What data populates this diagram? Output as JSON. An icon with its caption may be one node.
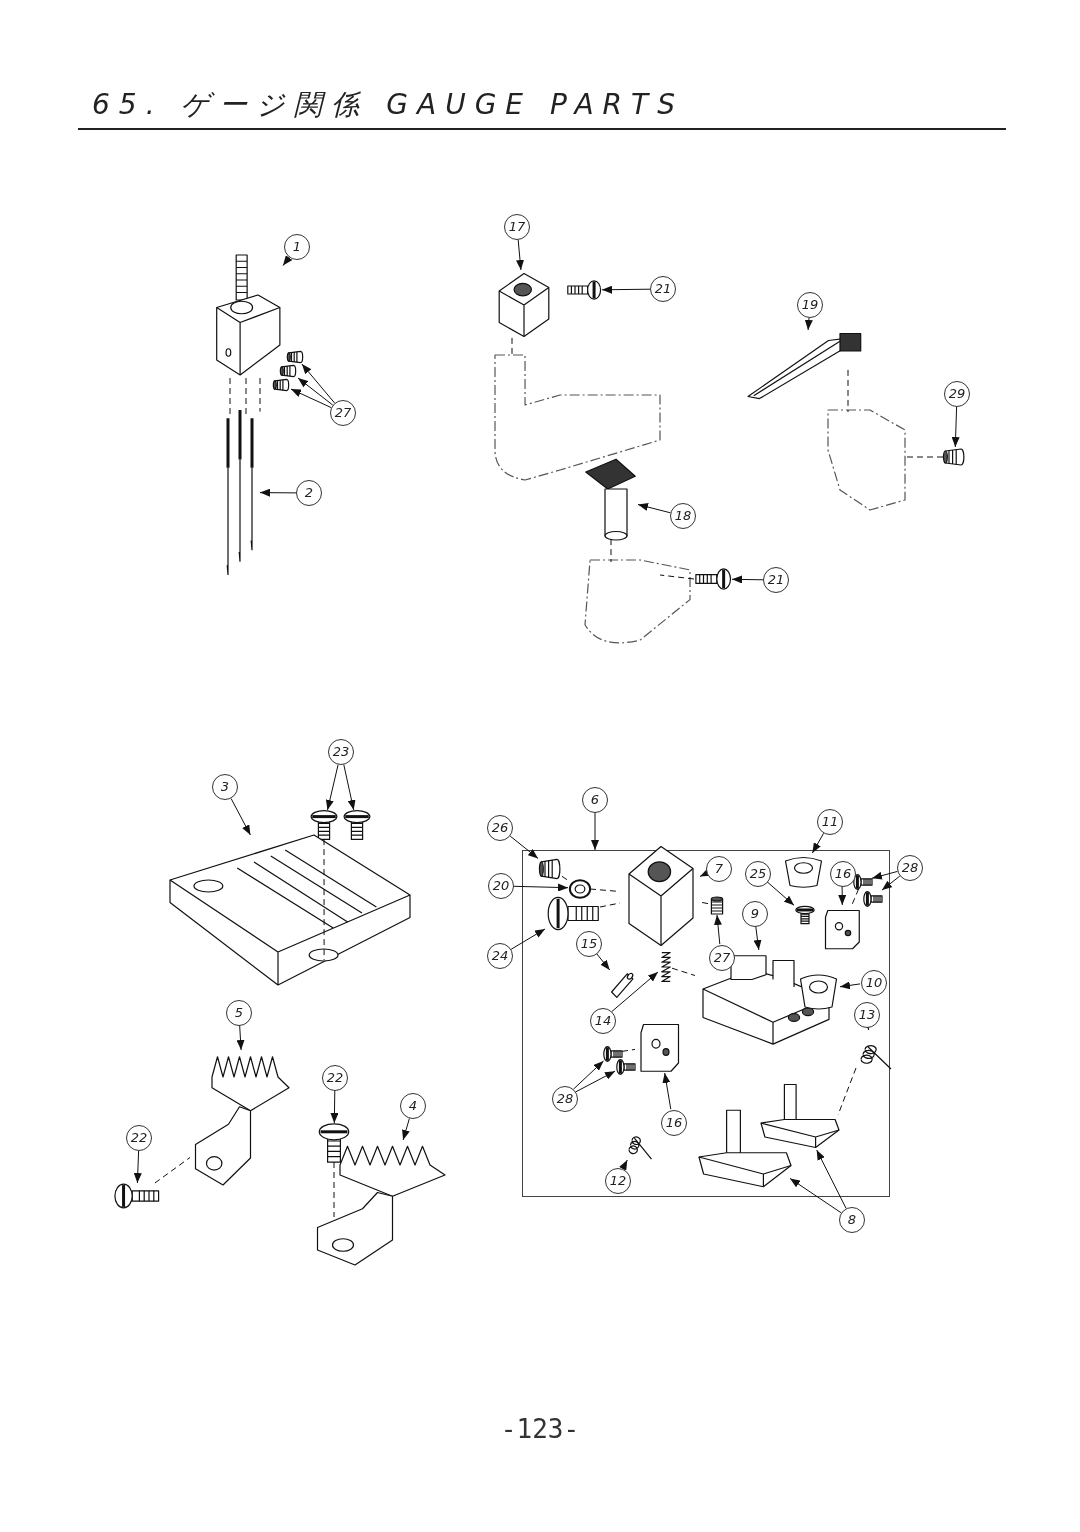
{
  "diagram": {
    "title": "65. ゲージ関係 GAUGE PARTS",
    "nodes": [
      {
        "text": [
          "1"
        ]
      },
      {
        "text": [],
        "shape": "picture"
      },
      {
        "text": [
          "27"
        ]
      },
      {
        "text": [],
        "shape": "picture"
      },
      {
        "text": [],
        "shape": "picture"
      },
      {
        "text": [],
        "shape": "picture"
      },
      {
        "text": [
          "2"
        ]
      },
      {
        "text": [],
        "shape": "picture"
      },
      {
        "text": [
          "17"
        ]
      },
      {
        "text": [],
        "shape": "picture"
      },
      {
        "text": [
          "21"
        ]
      },
      {
        "text": [],
        "shape": "picture"
      },
      {
        "text": [
          "19"
        ]
      },
      {
        "text": [],
        "shape": "picture"
      },
      {
        "text": [
          "29"
        ]
      },
      {
        "text": [],
        "shape": "picture"
      },
      {
        "text": [
          "18"
        ]
      },
      {
        "text": [],
        "shape": "picture"
      },
      {
        "text": [
          "21"
        ]
      },
      {
        "text": [],
        "shape": "picture"
      },
      {
        "text": [
          "23"
        ]
      },
      {
        "text": [],
        "shape": "picture"
      },
      {
        "text": [],
        "shape": "picture"
      },
      {
        "text": [
          "3"
        ]
      },
      {
        "text": [],
        "shape": "picture"
      },
      {
        "text": [
          "5"
        ]
      },
      {
        "text": [],
        "shape": "picture"
      },
      {
        "text": [
          "22"
        ]
      },
      {
        "text": [],
        "shape": "picture"
      },
      {
        "text": [
          "22"
        ]
      },
      {
        "text": [],
        "shape": "picture"
      },
      {
        "text": [
          "4"
        ]
      },
      {
        "text": [],
        "shape": "picture"
      },
      {
        "text": [
          "6"
        ]
      },
      {
        "text": [],
        "shape": "box"
      },
      {
        "text": [
          "26"
        ]
      },
      {
        "text": [],
        "shape": "picture",
        "in": 34
      },
      {
        "text": [
          "20"
        ]
      },
      {
        "text": [],
        "shape": "picture",
        "in": 34
      },
      {
        "text": [
          "24"
        ]
      },
      {
        "text": [],
        "shape": "picture",
        "in": 34
      },
      {
        "text": [
          "7"
        ],
        "in": 34
      },
      {
        "text": [],
        "shape": "picture",
        "in": 34
      },
      {
        "text": [
          "11"
        ]
      },
      {
        "text": [],
        "shape": "picture",
        "in": 34
      },
      {
        "text": [
          "25"
        ],
        "in": 34
      },
      {
        "text": [],
        "shape": "picture",
        "in": 34
      },
      {
        "text": [
          "16"
        ],
        "in": 34
      },
      {
        "text": [],
        "shape": "picture",
        "in": 34
      },
      {
        "text": [
          "28"
        ]
      },
      {
        "text": [],
        "shape": "picture",
        "in": 34
      },
      {
        "text": [],
        "shape": "picture",
        "in": 34
      },
      {
        "text": [
          "9"
        ],
        "in": 34
      },
      {
        "text": [],
        "shape": "picture",
        "in": 34
      },
      {
        "text": [
          "15"
        ],
        "in": 34
      },
      {
        "text": [],
        "shape": "picture",
        "in": 34
      },
      {
        "text": [
          "27"
        ],
        "in": 34
      },
      {
        "text": [],
        "shape": "picture",
        "in": 34
      },
      {
        "text": [
          "10"
        ],
        "in": 34
      },
      {
        "text": [],
        "shape": "picture",
        "in": 34
      },
      {
        "text": [
          "14"
        ],
        "in": 34
      },
      {
        "text": [],
        "shape": "picture",
        "in": 34
      },
      {
        "text": [
          "13"
        ],
        "in": 34
      },
      {
        "text": [],
        "shape": "picture",
        "in": 34
      },
      {
        "text": [
          "28"
        ],
        "in": 34
      },
      {
        "text": [],
        "shape": "picture",
        "in": 34
      },
      {
        "text": [],
        "shape": "picture",
        "in": 34
      },
      {
        "text": [
          "16"
        ],
        "in": 34
      },
      {
        "text": [],
        "shape": "picture",
        "in": 34
      },
      {
        "text": [
          "12"
        ],
        "in": 34
      },
      {
        "text": [],
        "shape": "picture",
        "in": 34
      },
      {
        "text": [
          "8"
        ]
      },
      {
        "text": [],
        "shape": "picture",
        "in": 34
      },
      {
        "text": [],
        "shape": "picture",
        "in": 34
      },
      {
        "text": [],
        "shape": "picture"
      },
      {
        "text": [],
        "shape": "picture"
      },
      {
        "text": [],
        "shape": "picture"
      }
    ],
    "edges": [
      {
        "from": 0,
        "to": 1,
        "arrow": "to"
      },
      {
        "from": 2,
        "to": 3,
        "arrow": "to"
      },
      {
        "from": 2,
        "to": 4,
        "arrow": "to"
      },
      {
        "from": 2,
        "to": 5,
        "arrow": "to"
      },
      {
        "from": 6,
        "to": 7,
        "arrow": "to"
      },
      {
        "from": 8,
        "to": 9,
        "arrow": "to"
      },
      {
        "from": 10,
        "to": 11,
        "arrow": "to"
      },
      {
        "from": 12,
        "to": 13,
        "arrow": "to"
      },
      {
        "from": 14,
        "to": 15,
        "arrow": "to"
      },
      {
        "from": 16,
        "to": 17,
        "arrow": "to"
      },
      {
        "from": 18,
        "to": 19,
        "arrow": "to"
      },
      {
        "from": 20,
        "to": 21,
        "arrow": "to"
      },
      {
        "from": 20,
        "to": 22,
        "arrow": "to"
      },
      {
        "from": 23,
        "to": 24,
        "arrow": "to"
      },
      {
        "from": 25,
        "to": 26,
        "arrow": "to"
      },
      {
        "from": 27,
        "to": 28,
        "arrow": "to"
      },
      {
        "from": 29,
        "to": 30,
        "arrow": "to"
      },
      {
        "from": 31,
        "to": 32,
        "arrow": "to"
      },
      {
        "from": 33,
        "to": 34,
        "arrow": "to"
      },
      {
        "from": 35,
        "to": 36,
        "arrow": "to"
      },
      {
        "from": 37,
        "to": 38,
        "arrow": "to"
      },
      {
        "from": 39,
        "to": 40,
        "arrow": "to"
      },
      {
        "from": 41,
        "to": 42,
        "arrow": "to"
      },
      {
        "from": 43,
        "to": 44,
        "arrow": "to"
      },
      {
        "from": 45,
        "to": 46,
        "arrow": "to"
      },
      {
        "from": 47,
        "to": 48,
        "arrow": "to"
      },
      {
        "from": 49,
        "to": 50,
        "arrow": "to"
      },
      {
        "from": 49,
        "to": 51,
        "arrow": "to"
      },
      {
        "from": 52,
        "to": 53,
        "arrow": "to"
      },
      {
        "from": 54,
        "to": 55,
        "arrow": "to"
      },
      {
        "from": 56,
        "to": 57,
        "arrow": "to"
      },
      {
        "from": 58,
        "to": 59,
        "arrow": "to"
      },
      {
        "from": 60,
        "to": 61,
        "arrow": "to"
      },
      {
        "from": 62,
        "to": 63,
        "arrow": "to"
      },
      {
        "from": 64,
        "to": 65,
        "arrow": "to"
      },
      {
        "from": 64,
        "to": 66,
        "arrow": "to"
      },
      {
        "from": 67,
        "to": 68,
        "arrow": "to"
      },
      {
        "from": 69,
        "to": 70,
        "arrow": "to"
      },
      {
        "from": 71,
        "to": 72,
        "arrow": "to"
      },
      {
        "from": 71,
        "to": 73,
        "arrow": "to"
      },
      {
        "from": 1,
        "to": 7,
        "arrow": "none",
        "style": "dashed"
      },
      {
        "from": 1,
        "to": 7,
        "arrow": "none",
        "style": "dashed"
      },
      {
        "from": 1,
        "to": 7,
        "arrow": "none",
        "style": "dashed"
      },
      {
        "from": 9,
        "to": 74,
        "arrow": "none",
        "style": "dashed"
      },
      {
        "from": 13,
        "to": 75,
        "arrow": "none",
        "style": "dashed"
      },
      {
        "from": 15,
        "to": 75,
        "arrow": "none",
        "style": "dashed"
      },
      {
        "from": 17,
        "to": 76,
        "arrow": "none",
        "style": "dashed"
      },
      {
        "from": 19,
        "to": 76,
        "arrow": "none",
        "style": "dashed"
      },
      {
        "from": 21,
        "to": 24,
        "arrow": "none",
        "style": "dashed"
      },
      {
        "from": 28,
        "to": 26,
        "arrow": "none",
        "style": "dashed"
      },
      {
        "from": 30,
        "to": 32,
        "arrow": "none",
        "style": "dashed"
      },
      {
        "from": 36,
        "to": 38,
        "arrow": "none",
        "style": "dashed"
      },
      {
        "from": 38,
        "to": 42,
        "arrow": "none",
        "style": "dashed"
      },
      {
        "from": 40,
        "to": 42,
        "arrow": "none",
        "style": "dashed"
      },
      {
        "from": 57,
        "to": 42,
        "arrow": "none",
        "style": "dashed"
      },
      {
        "from": 61,
        "to": 53,
        "arrow": "none",
        "style": "dashed"
      },
      {
        "from": 63,
        "to": 72,
        "arrow": "none",
        "style": "dashed"
      },
      {
        "from": 50,
        "to": 48,
        "arrow": "none",
        "style": "dashed"
      },
      {
        "from": 65,
        "to": 68,
        "arrow": "none",
        "style": "dashed"
      }
    ],
    "labels": [
      "-123-"
    ]
  }
}
